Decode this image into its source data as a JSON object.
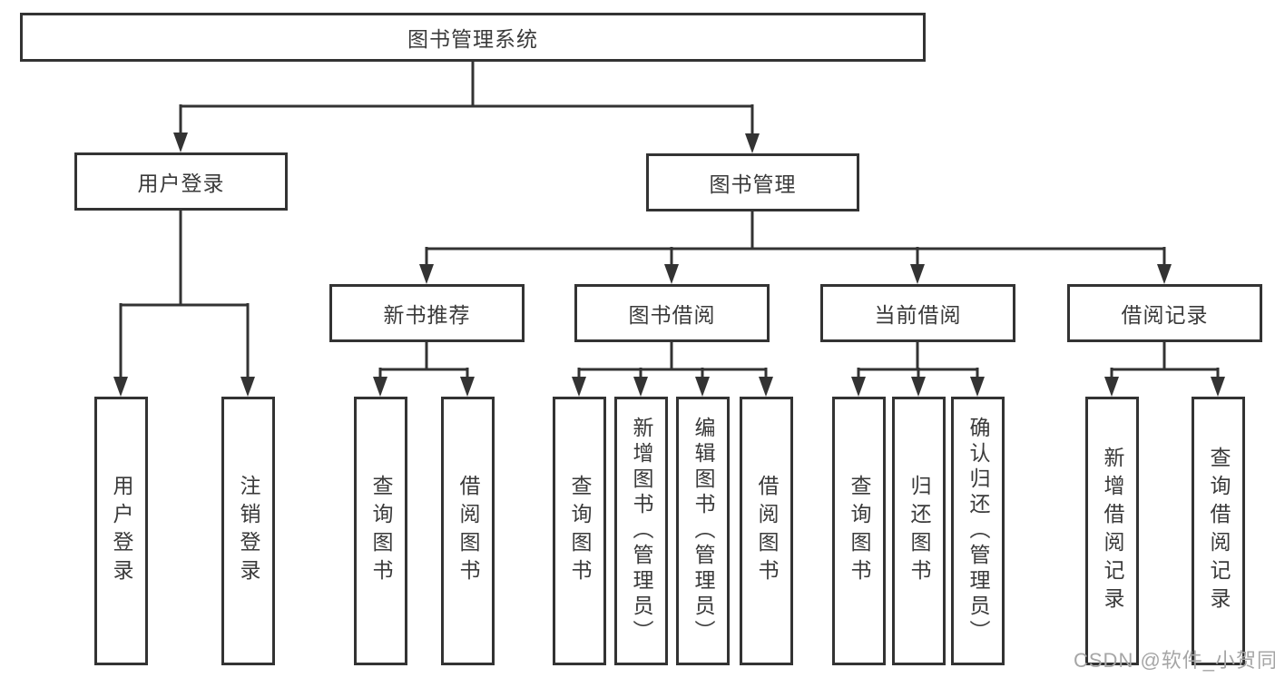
{
  "diagram": {
    "title": "图书管理系统",
    "level2": {
      "user_login_branch": "用户登录",
      "book_mgmt_branch": "图书管理"
    },
    "level3": {
      "new_book_rec": "新书推荐",
      "book_borrow": "图书借阅",
      "current_borrow": "当前借阅",
      "borrow_records": "借阅记录"
    },
    "leaves": {
      "user_login": "用户登录",
      "logout": "注销登录",
      "rec_query_books": "查询图书",
      "rec_borrow_books": "借阅图书",
      "bb_query_books": "查询图书",
      "bb_add_books": "新增图书（管理员）",
      "bb_edit_books": "编辑图书（管理员）",
      "bb_borrow_books": "借阅图书",
      "cb_query_books": "查询图书",
      "cb_return_books": "归还图书",
      "cb_confirm_return": "确认归还（管理员）",
      "br_add_record": "新增借阅记录",
      "br_query_record": "查询借阅记录"
    }
  },
  "watermark": "CSDN @软件_小贺同学",
  "colors": {
    "line": "#333333",
    "text": "#3a3a3a",
    "background": "#ffffff",
    "watermark": "#a6a6a6"
  }
}
